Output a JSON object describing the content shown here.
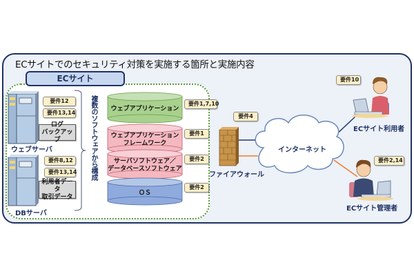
{
  "title": "ECサイトでのセキュリティ対策を実施する箇所と実施内容",
  "site_tab": "ECサイト",
  "servers": {
    "web": {
      "label": "ウェブサーバ",
      "requirements": [
        "要件12",
        "要件13,14"
      ],
      "data_doc": [
        "ログ",
        "バックアップ"
      ]
    },
    "db": {
      "label": "DBサーバ",
      "requirements": [
        "要件8,12",
        "要件13,14"
      ],
      "data_doc": [
        "利用者データ",
        "取引データ"
      ]
    }
  },
  "software_bracket_label": "複数のソフトウェアから構成",
  "software_stack": [
    {
      "name": "ウェブアプリケーション",
      "line2": "",
      "requirement": "要件1,7,10",
      "color": "#a9d18e"
    },
    {
      "name": "ウェブアプリケーション",
      "line2": "フレームワーク",
      "requirement": "要件1",
      "color": "#f4b8c0"
    },
    {
      "name": "サーバソフトウェア／",
      "line2": "データベースソフトウェア",
      "requirement": "要件2",
      "color": "#f4b8c0"
    },
    {
      "name": "ＯＳ",
      "line2": "",
      "requirement": "要件2",
      "color": "#8faadc"
    }
  ],
  "firewall": {
    "label": "ファイアウォール",
    "requirement": "要件4"
  },
  "internet": {
    "label": "インターネット"
  },
  "users": [
    {
      "label": "ECサイト利用者",
      "requirement": "要件10",
      "link_color": "#1f3a7a"
    },
    {
      "label": "ECサイト管理者",
      "requirement": "要件2,14",
      "link_color": "#ed7d31"
    }
  ]
}
